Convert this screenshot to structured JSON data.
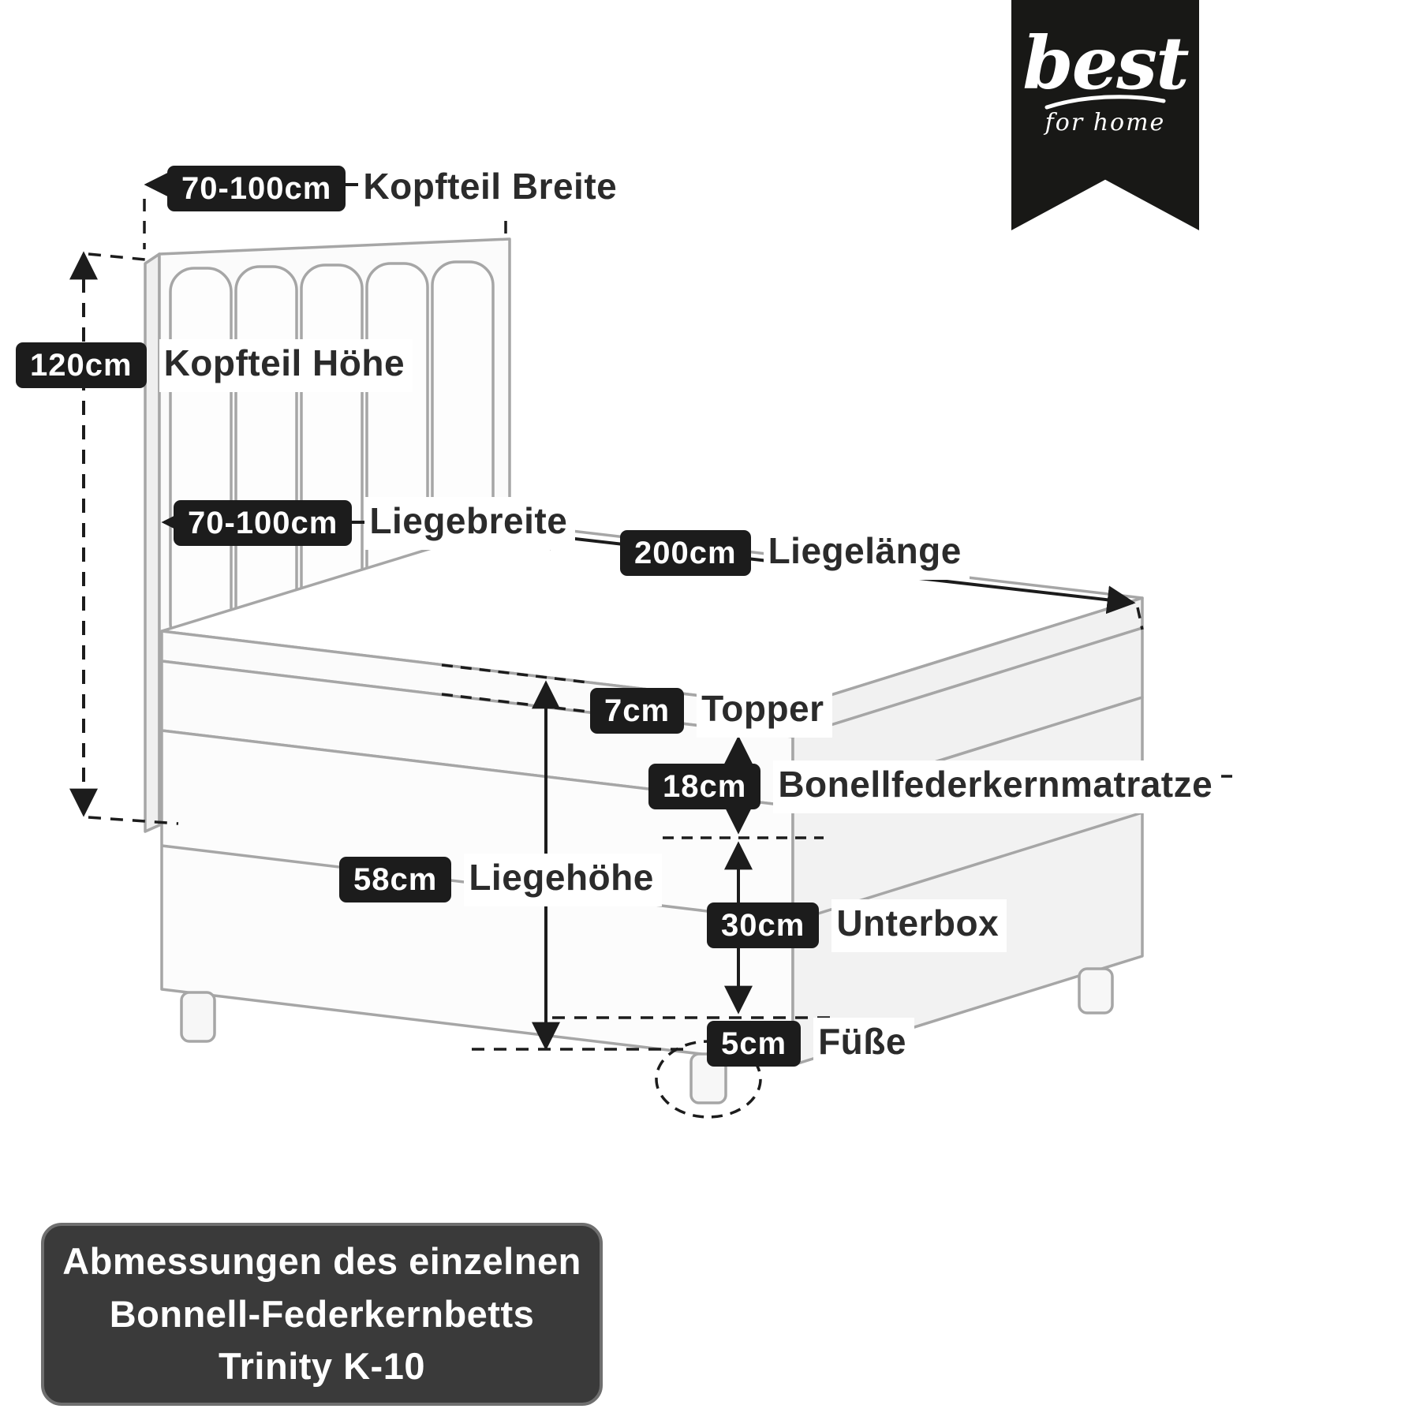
{
  "brand": {
    "logo_main": "best",
    "logo_sub": "for home"
  },
  "dimensions": {
    "kopfteil_breite": {
      "badge": "70-100cm",
      "label": "Kopfteil Breite"
    },
    "kopfteil_hoehe": {
      "badge": "120cm",
      "label": "Kopfteil Höhe"
    },
    "liegebreite": {
      "badge": "70-100cm",
      "label": "Liegebreite"
    },
    "liegelaenge": {
      "badge": "200cm",
      "label": "Liegelänge"
    },
    "topper": {
      "badge": "7cm",
      "label": "Topper"
    },
    "matratze": {
      "badge": "18cm",
      "label": "Bonellfederkernmatratze"
    },
    "liegehoehe": {
      "badge": "58cm",
      "label": "Liegehöhe"
    },
    "unterbox": {
      "badge": "30cm",
      "label": "Unterbox"
    },
    "fuesse": {
      "badge": "5cm",
      "label": "Füße"
    }
  },
  "caption": {
    "line1": "Abmessungen des einzelnen",
    "line2": "Bonnell-Federkernbetts",
    "line3": "Trinity K-10"
  },
  "colors": {
    "badge_bg": "#1c1c1c",
    "label_text": "#2b2b2b",
    "caption_bg": "#3a3a3a",
    "ribbon_bg": "#181816",
    "drawing_line": "#a6a6a6",
    "dimension_line": "#1c1c1c"
  }
}
